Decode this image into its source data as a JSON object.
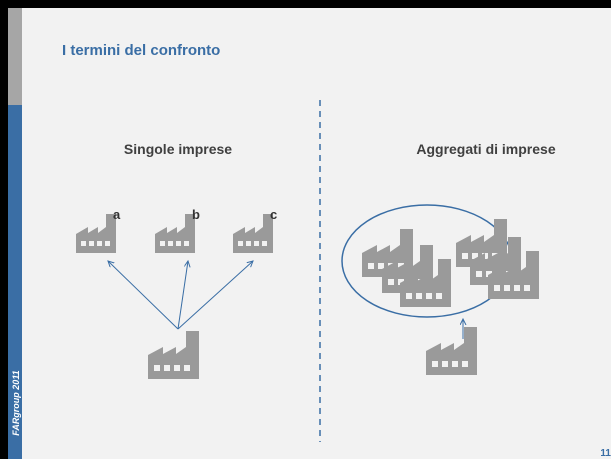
{
  "slide": {
    "title": "I termini del confronto",
    "footer_label": "FARgroup 2011",
    "page_number": "11",
    "left_column": {
      "heading": "Singole imprese",
      "factory_labels": [
        "a",
        "b",
        "c"
      ]
    },
    "right_column": {
      "heading": "Aggregati di imprese"
    }
  },
  "colors": {
    "accent_blue": "#3a6ea5",
    "sidebar_gray": "#a6a6a6",
    "factory_gray": "#9a9a9a",
    "background": "#f2f2f2",
    "frame": "#000000"
  }
}
